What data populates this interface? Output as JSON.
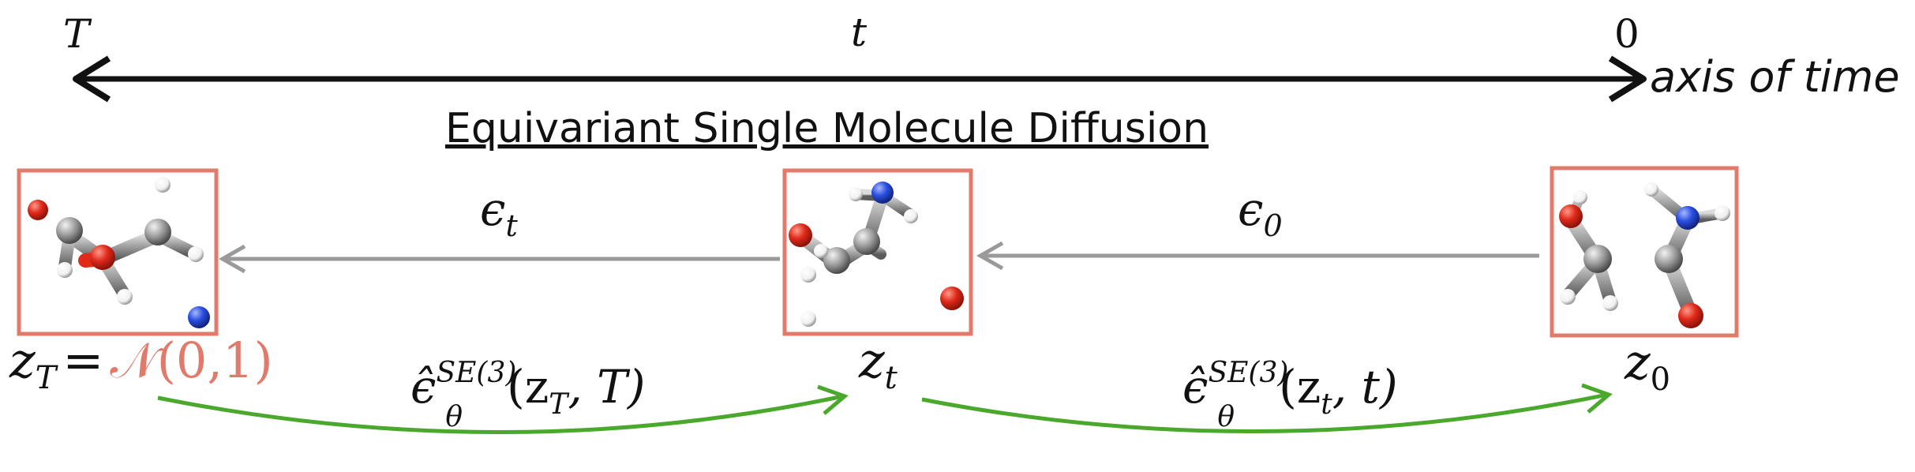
{
  "time_axis": {
    "left_label": "T",
    "mid_label": "t",
    "right_label": "0",
    "axis_label": "axis of time"
  },
  "title": "Equivariant Single Molecule Diffusion",
  "states": [
    {
      "id": "zT",
      "label_var": "z",
      "label_sub": "T",
      "prior_eq": "=",
      "prior_dist": "𝒩(0,1)"
    },
    {
      "id": "zt",
      "label_var": "z",
      "label_sub": "t"
    },
    {
      "id": "z0",
      "label_var": "z",
      "label_sub": "0"
    }
  ],
  "noise_arrows": [
    {
      "var": "ϵ",
      "sub": "t"
    },
    {
      "var": "ϵ",
      "sub": "0"
    }
  ],
  "denoise_arrows": [
    {
      "hat": "ϵ̂",
      "sup": "SE(3)",
      "sub": "θ",
      "args": "(z",
      "arg_sub": "T",
      "rest": ", T)"
    },
    {
      "hat": "ϵ̂",
      "sup": "SE(3)",
      "sub": "θ",
      "args": "(z",
      "arg_sub": "t",
      "rest": ", t)"
    }
  ],
  "colors": {
    "box_border": "#e07a6a",
    "prior_text": "#e07a6a",
    "noise_arrow": "#9a9a9a",
    "denoise_arrow": "#4aa82c",
    "atom_carbon": "#8a8a8a",
    "atom_oxygen": "#e02a1a",
    "atom_nitrogen": "#2a4fe0",
    "atom_hydrogen": "#ffffff"
  }
}
